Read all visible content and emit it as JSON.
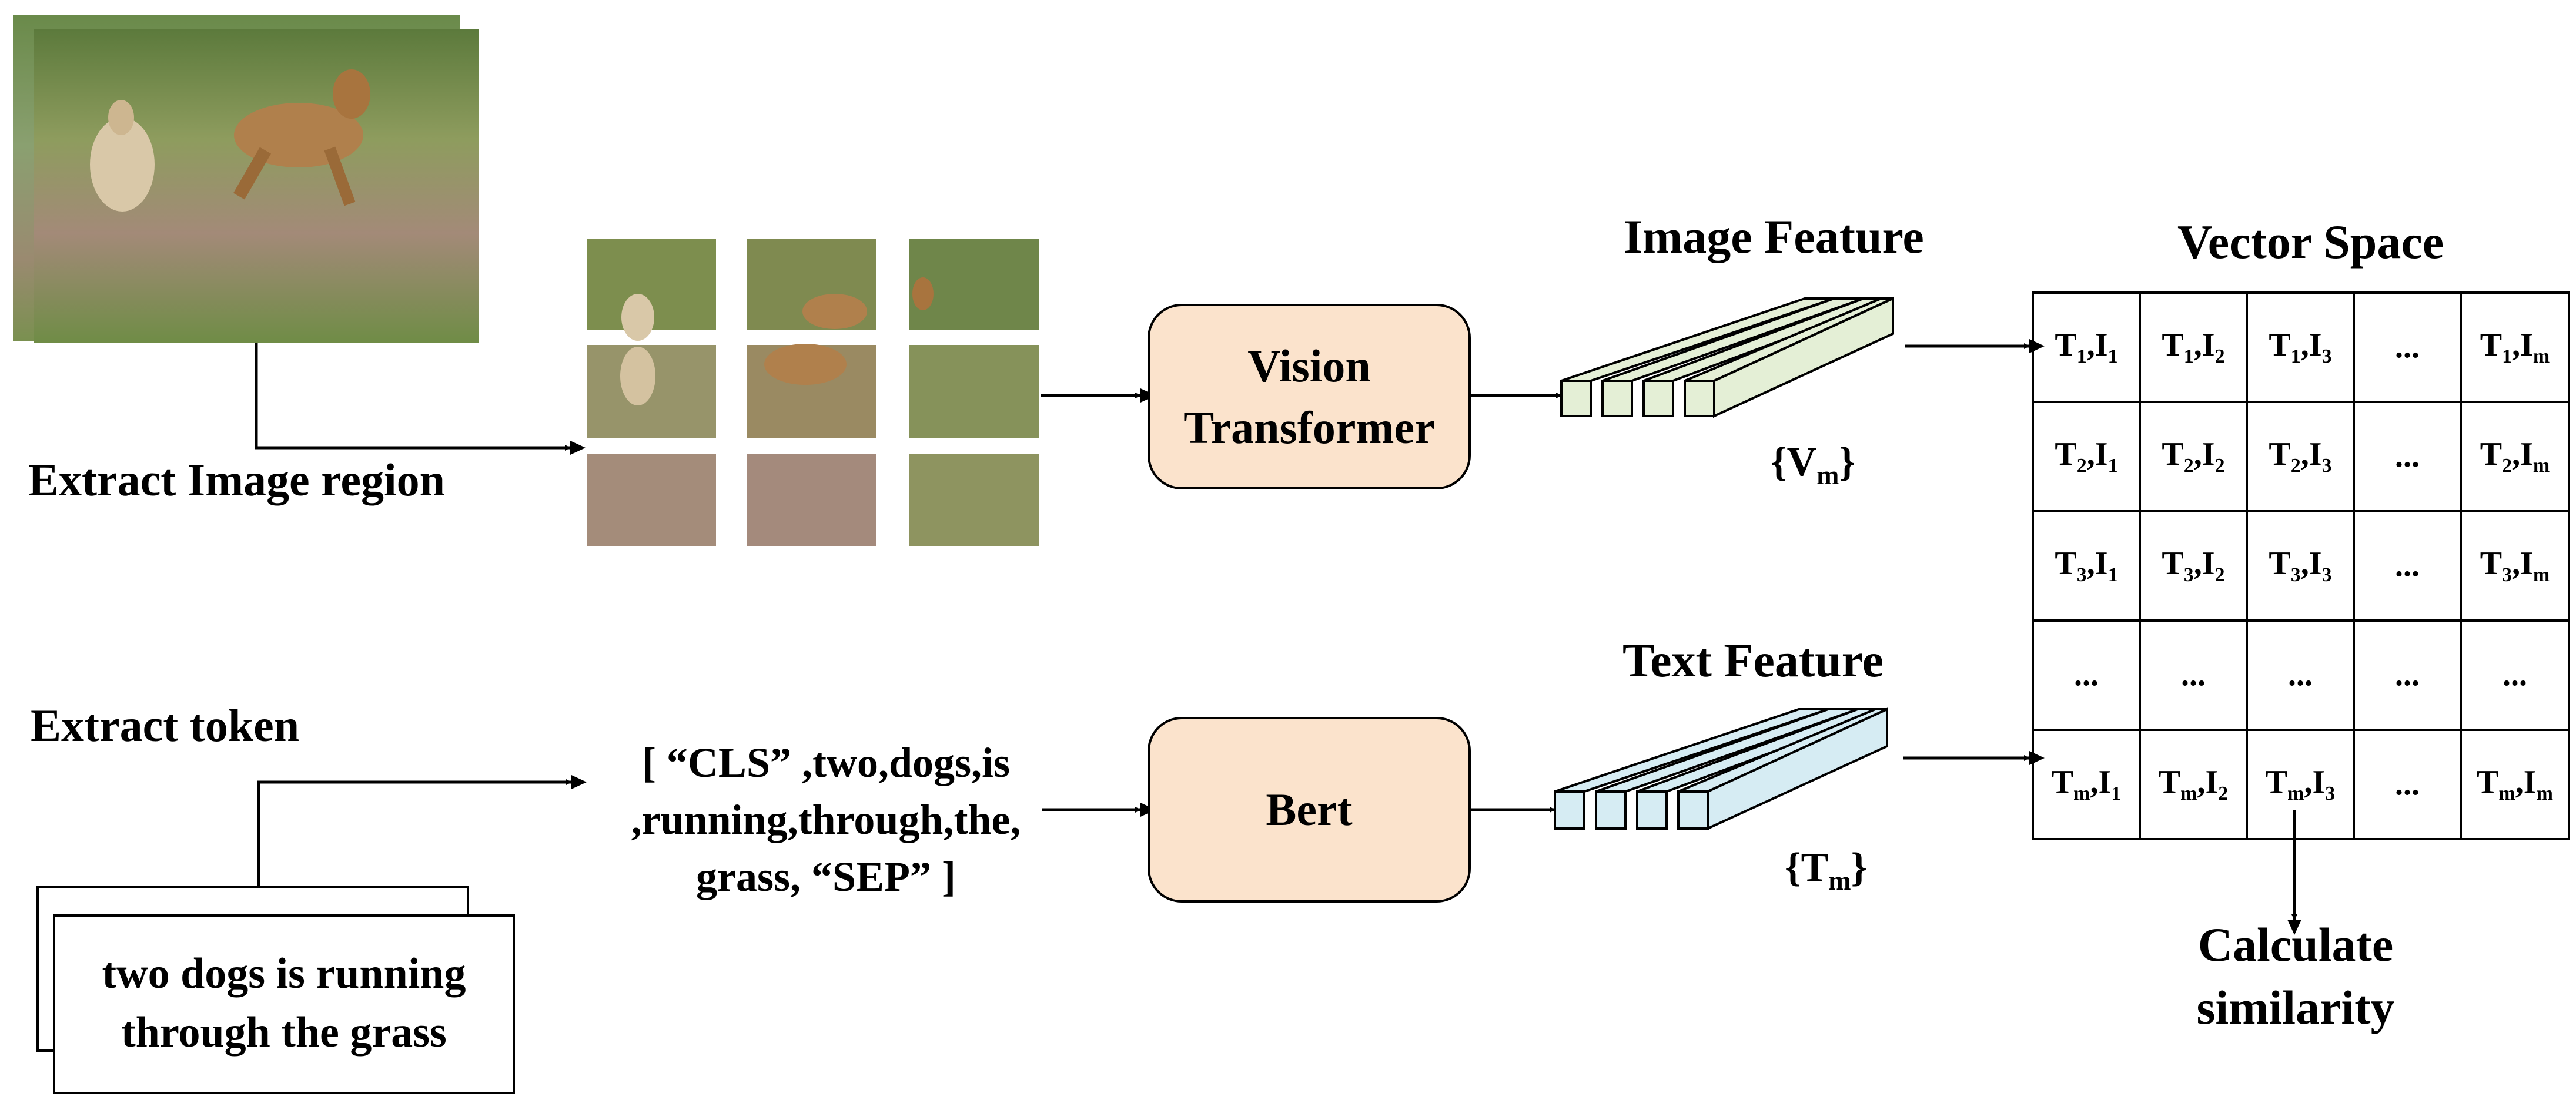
{
  "labels": {
    "extract_region": "Extract Image region",
    "extract_token": "Extract token",
    "image_feature": "Image Feature",
    "text_feature": "Text Feature",
    "vector_space": "Vector Space",
    "vm": "{V",
    "vm_sub": "m",
    "tm": "{T",
    "tm_sub": "m",
    "close_brace": "}",
    "calculate": "Calculate",
    "similarity": "similarity"
  },
  "boxes": {
    "vision_line1": "Vision",
    "vision_line2": "Transformer",
    "bert": "Bert"
  },
  "caption": {
    "line1": "two dogs is running",
    "line2": "through the grass"
  },
  "tokens": {
    "line1": "[ “CLS” ,two,dogs,is",
    "line2": ",running,through,the,",
    "line3": "grass, “SEP” ]"
  },
  "similarity_matrix": {
    "rows": [
      [
        [
          "T",
          "1",
          "I",
          "1"
        ],
        [
          "T",
          "1",
          "I",
          "2"
        ],
        [
          "T",
          "1",
          "I",
          "3"
        ],
        [
          "...",
          "",
          "",
          ""
        ],
        [
          "T",
          "1",
          "I",
          "m"
        ]
      ],
      [
        [
          "T",
          "2",
          "I",
          "1"
        ],
        [
          "T",
          "2",
          "I",
          "2"
        ],
        [
          "T",
          "2",
          "I",
          "3"
        ],
        [
          "...",
          "",
          "",
          ""
        ],
        [
          "T",
          "2",
          "I",
          "m"
        ]
      ],
      [
        [
          "T",
          "3",
          "I",
          "1"
        ],
        [
          "T",
          "3",
          "I",
          "2"
        ],
        [
          "T",
          "3",
          "I",
          "3"
        ],
        [
          "...",
          "",
          "",
          ""
        ],
        [
          "T",
          "3",
          "I",
          "m"
        ]
      ],
      [
        [
          "...",
          "",
          "",
          ""
        ],
        [
          "...",
          "",
          "",
          ""
        ],
        [
          "...",
          "",
          "",
          ""
        ],
        [
          "...",
          "",
          "",
          ""
        ],
        [
          "...",
          "",
          "",
          ""
        ]
      ],
      [
        [
          "T",
          "m",
          "I",
          "1"
        ],
        [
          "T",
          "m",
          "I",
          "2"
        ],
        [
          "T",
          "m",
          "I",
          "3"
        ],
        [
          "...",
          "",
          "",
          ""
        ],
        [
          "T",
          "m",
          "I",
          "m"
        ]
      ]
    ]
  },
  "colors": {
    "box_fill": "#fbe3cc",
    "image_feature_fill": "#e4efd6",
    "text_feature_fill": "#d6ecf3"
  }
}
